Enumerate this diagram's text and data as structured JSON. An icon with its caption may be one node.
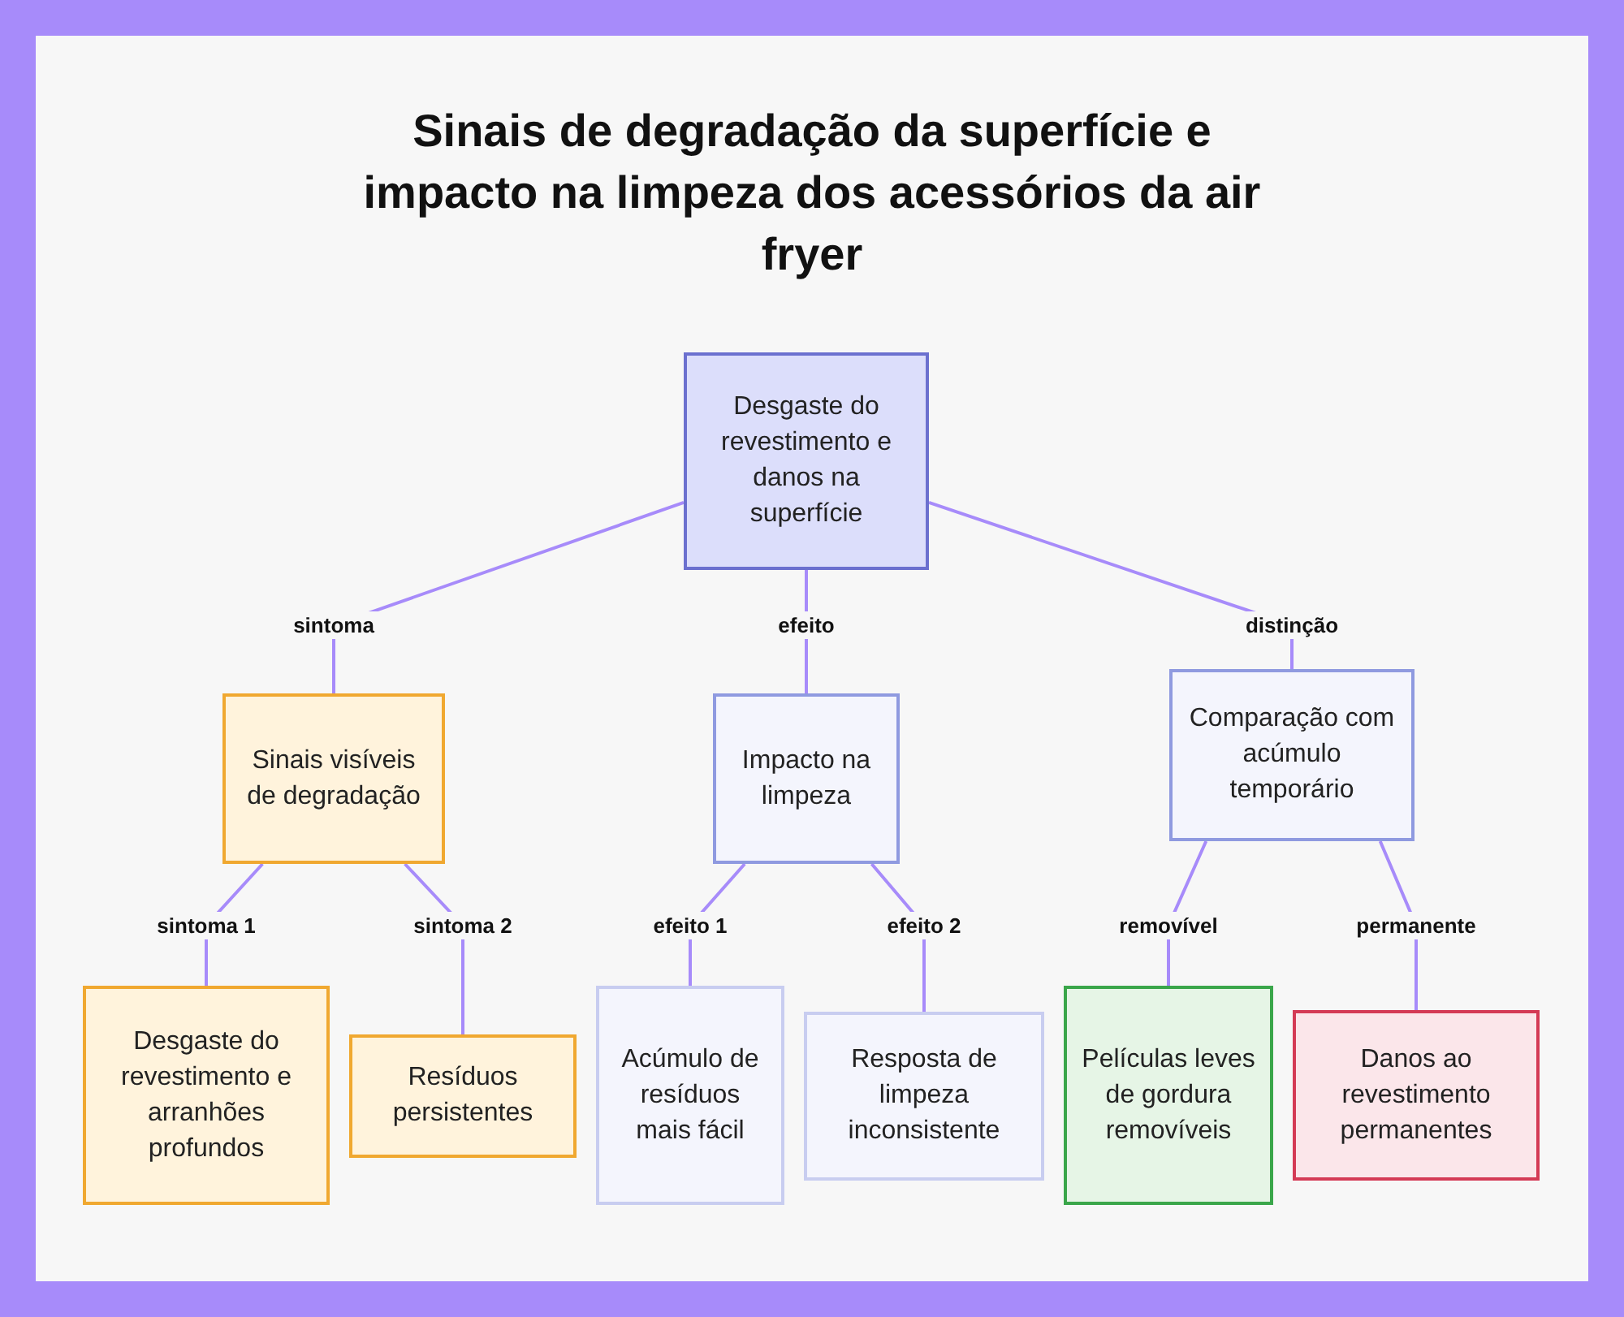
{
  "diagram": {
    "title": "Sinais de degradação da superfície e impacto na limpeza dos acessórios da air fryer",
    "nodes": [
      {
        "text": [
          "Desgaste do revestimento e danos na superfície"
        ]
      },
      {
        "text": [
          "Sinais visíveis de degradação"
        ]
      },
      {
        "text": [
          "Impacto na limpeza"
        ]
      },
      {
        "text": [
          "Comparação com acúmulo temporário"
        ]
      },
      {
        "text": [
          "Desgaste do revestimento e arranhões profundos"
        ]
      },
      {
        "text": [
          "Resíduos persistentes"
        ]
      },
      {
        "text": [
          "Acúmulo de resíduos mais fácil"
        ]
      },
      {
        "text": [
          "Resposta de limpeza inconsistente"
        ]
      },
      {
        "text": [
          "Películas leves de gordura removíveis"
        ]
      },
      {
        "text": [
          "Danos ao revestimento permanentes"
        ]
      }
    ],
    "edges": [
      {
        "from": 0,
        "to": 1,
        "arrow": "none",
        "label": "sintoma"
      },
      {
        "from": 0,
        "to": 2,
        "arrow": "none",
        "label": "efeito"
      },
      {
        "from": 0,
        "to": 3,
        "arrow": "none",
        "label": "distinção"
      },
      {
        "from": 1,
        "to": 4,
        "arrow": "none",
        "label": "sintoma 1"
      },
      {
        "from": 1,
        "to": 5,
        "arrow": "none",
        "label": "sintoma 2"
      },
      {
        "from": 2,
        "to": 6,
        "arrow": "none",
        "label": "efeito 1"
      },
      {
        "from": 2,
        "to": 7,
        "arrow": "none",
        "label": "efeito 2"
      },
      {
        "from": 3,
        "to": 8,
        "arrow": "none",
        "label": "removível"
      },
      {
        "from": 3,
        "to": 9,
        "arrow": "none",
        "label": "permanente"
      }
    ]
  }
}
